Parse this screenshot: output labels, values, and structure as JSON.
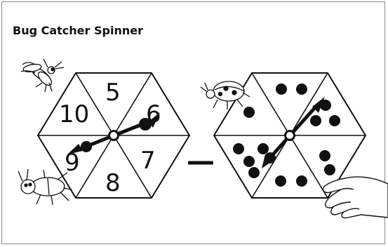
{
  "title": "Bug Catcher Spinner",
  "operator": "—",
  "number_spinner": {
    "sections": [
      "5",
      "6",
      "7",
      "8",
      "9",
      "10"
    ]
  },
  "dot_spinner": {
    "dot_counts": [
      2,
      3,
      2,
      2,
      4,
      1
    ]
  },
  "colors": {
    "ink": "#111111",
    "frame": "#8a8a8a",
    "background": "#ffffff"
  },
  "icons": [
    "fly-icon",
    "beetle-icon",
    "ladybug-icon",
    "hand-icon"
  ]
}
